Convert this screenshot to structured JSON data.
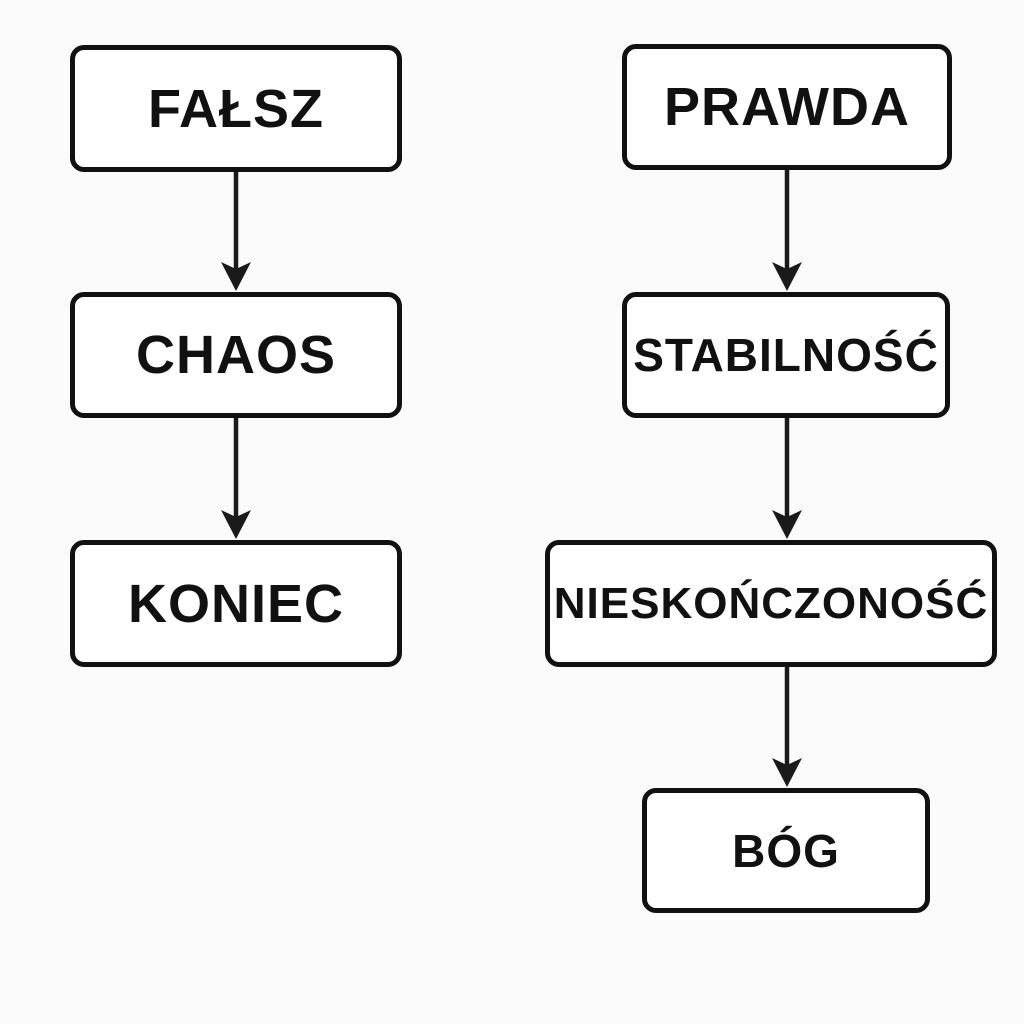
{
  "background_color": "#fafafa",
  "node_fill": "#ffffff",
  "node_border_color": "#111111",
  "arrow_color": "#1a1a1a",
  "diagram_type": "flowchart",
  "columns": {
    "left": {
      "nodes": [
        {
          "label": "FAŁSZ"
        },
        {
          "label": "CHAOS"
        },
        {
          "label": "KONIEC"
        }
      ]
    },
    "right": {
      "nodes": [
        {
          "label": "PRAWDA"
        },
        {
          "label": "STABILNOŚĆ"
        },
        {
          "label": "NIESKOŃCZONOŚĆ"
        },
        {
          "label": "BÓG"
        }
      ]
    }
  },
  "edges": [
    {
      "from": "FAŁSZ",
      "to": "CHAOS"
    },
    {
      "from": "CHAOS",
      "to": "KONIEC"
    },
    {
      "from": "PRAWDA",
      "to": "STABILNOŚĆ"
    },
    {
      "from": "STABILNOŚĆ",
      "to": "NIESKOŃCZONOŚĆ"
    },
    {
      "from": "NIESKOŃCZONOŚĆ",
      "to": "BÓG"
    }
  ]
}
